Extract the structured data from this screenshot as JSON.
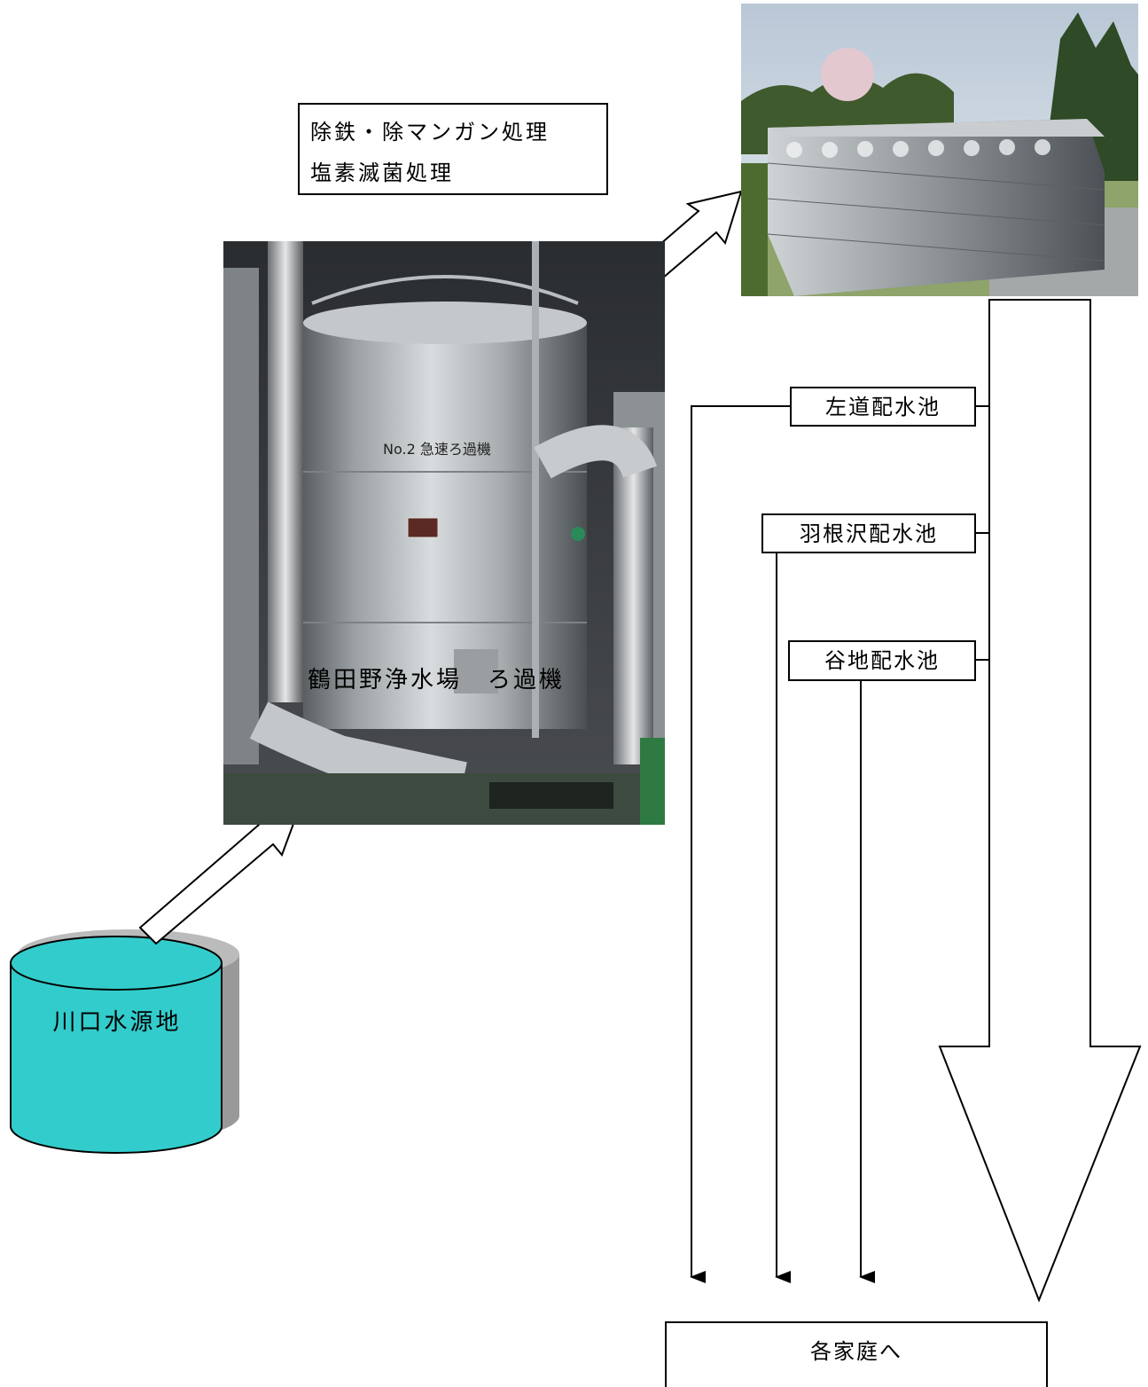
{
  "treatment": {
    "line1": "除鉄・除マンガン処理",
    "line2": "塩素滅菌処理"
  },
  "filter_photo": {
    "plate_text": "No.2 急速ろ過機",
    "caption": "鶴田野浄水場　ろ過機"
  },
  "source": {
    "label": "川口水源地",
    "fill": "#33CCCC",
    "shadow": "#999999"
  },
  "reservoirs": [
    {
      "label": "左道配水池"
    },
    {
      "label": "羽根沢配水池"
    },
    {
      "label": "谷地配水池"
    }
  ],
  "destination": {
    "label": "各家庭へ"
  }
}
